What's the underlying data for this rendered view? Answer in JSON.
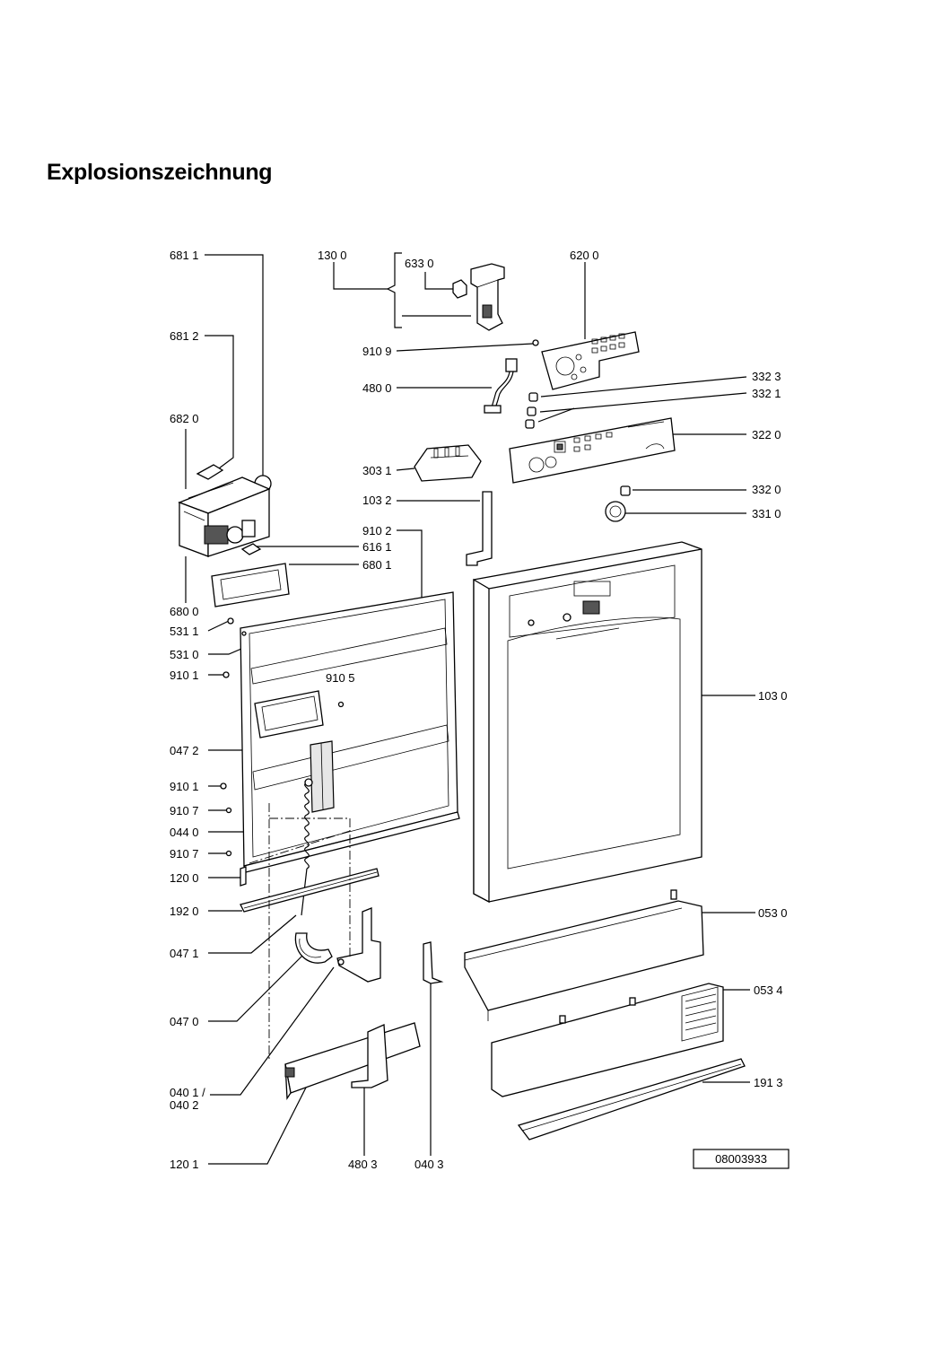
{
  "title": "Explosionszeichnung",
  "drawing_number": "08003933",
  "callouts": {
    "c6811": "681 1",
    "c1300": "130 0",
    "c6330": "633 0",
    "c6200": "620 0",
    "c6812": "681 2",
    "c9109": "910 9",
    "c4800": "480 0",
    "c3323": "332 3",
    "c3321": "332 1",
    "c6820": "682 0",
    "c3220": "322 0",
    "c3031": "303 1",
    "c1032": "103 2",
    "c3320": "332 0",
    "c3310": "331 0",
    "c9102": "910 2",
    "c6161": "616 1",
    "c6801": "680 1",
    "c6800": "680 0",
    "c5311": "531 1",
    "c5310": "531 0",
    "c9101a": "910 1",
    "c9105": "910 5",
    "c1030": "103 0",
    "c0472": "047 2",
    "c9101b": "910 1",
    "c9107a": "910 7",
    "c0440": "044 0",
    "c9107b": "910 7",
    "c1200": "120 0",
    "c1920": "192 0",
    "c0530": "053 0",
    "c0471": "047 1",
    "c0534": "053 4",
    "c0470": "047 0",
    "c1913": "191 3",
    "c0401": "040 1 /",
    "c0402": "040 2",
    "c1201": "120 1",
    "c4803": "480 3",
    "c0403": "040 3"
  }
}
